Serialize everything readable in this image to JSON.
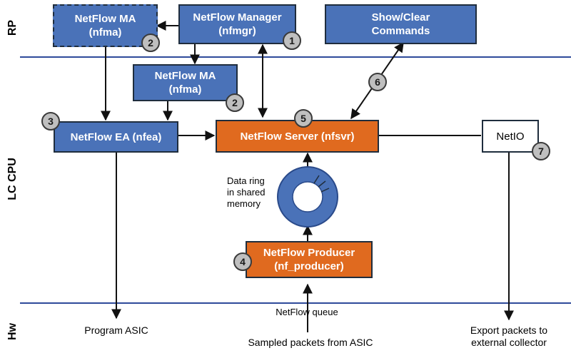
{
  "zones": {
    "rp": "RP",
    "lc_cpu": "LC CPU",
    "hw": "Hw"
  },
  "boxes": {
    "nfma_rp": {
      "line1": "NetFlow MA",
      "line2": "(nfma)",
      "badge": "2"
    },
    "nfmgr": {
      "line1": "NetFlow Manager",
      "line2": "(nfmgr)",
      "badge": "1"
    },
    "showclear": {
      "line1": "Show/Clear",
      "line2": "Commands"
    },
    "nfma_lc": {
      "line1": "NetFlow MA",
      "line2": "(nfma)",
      "badge": "2"
    },
    "nfea": {
      "label": "NetFlow EA (nfea)",
      "badge": "3"
    },
    "nfsvr": {
      "label": "NetFlow Server (nfsvr)",
      "badge": "5"
    },
    "netio": {
      "label": "NetIO",
      "badge": "7"
    },
    "producer": {
      "line1": "NetFlow Producer",
      "line2": "(nf_producer)",
      "badge": "4"
    }
  },
  "badge6": "6",
  "ring_label": {
    "line1": "Data ring",
    "line2": "in shared",
    "line3": "memory"
  },
  "bottom": {
    "netflow_queue": "NetFlow queue",
    "program_asic": "Program ASIC",
    "sampled": "Sampled packets from ASIC",
    "export_line1": "Export packets to",
    "export_line2": "external collector"
  },
  "colors": {
    "blue": "#4a72b8",
    "orange": "#e06a1f",
    "separator": "#2e4a9a",
    "badge": "#bfbfbf"
  }
}
